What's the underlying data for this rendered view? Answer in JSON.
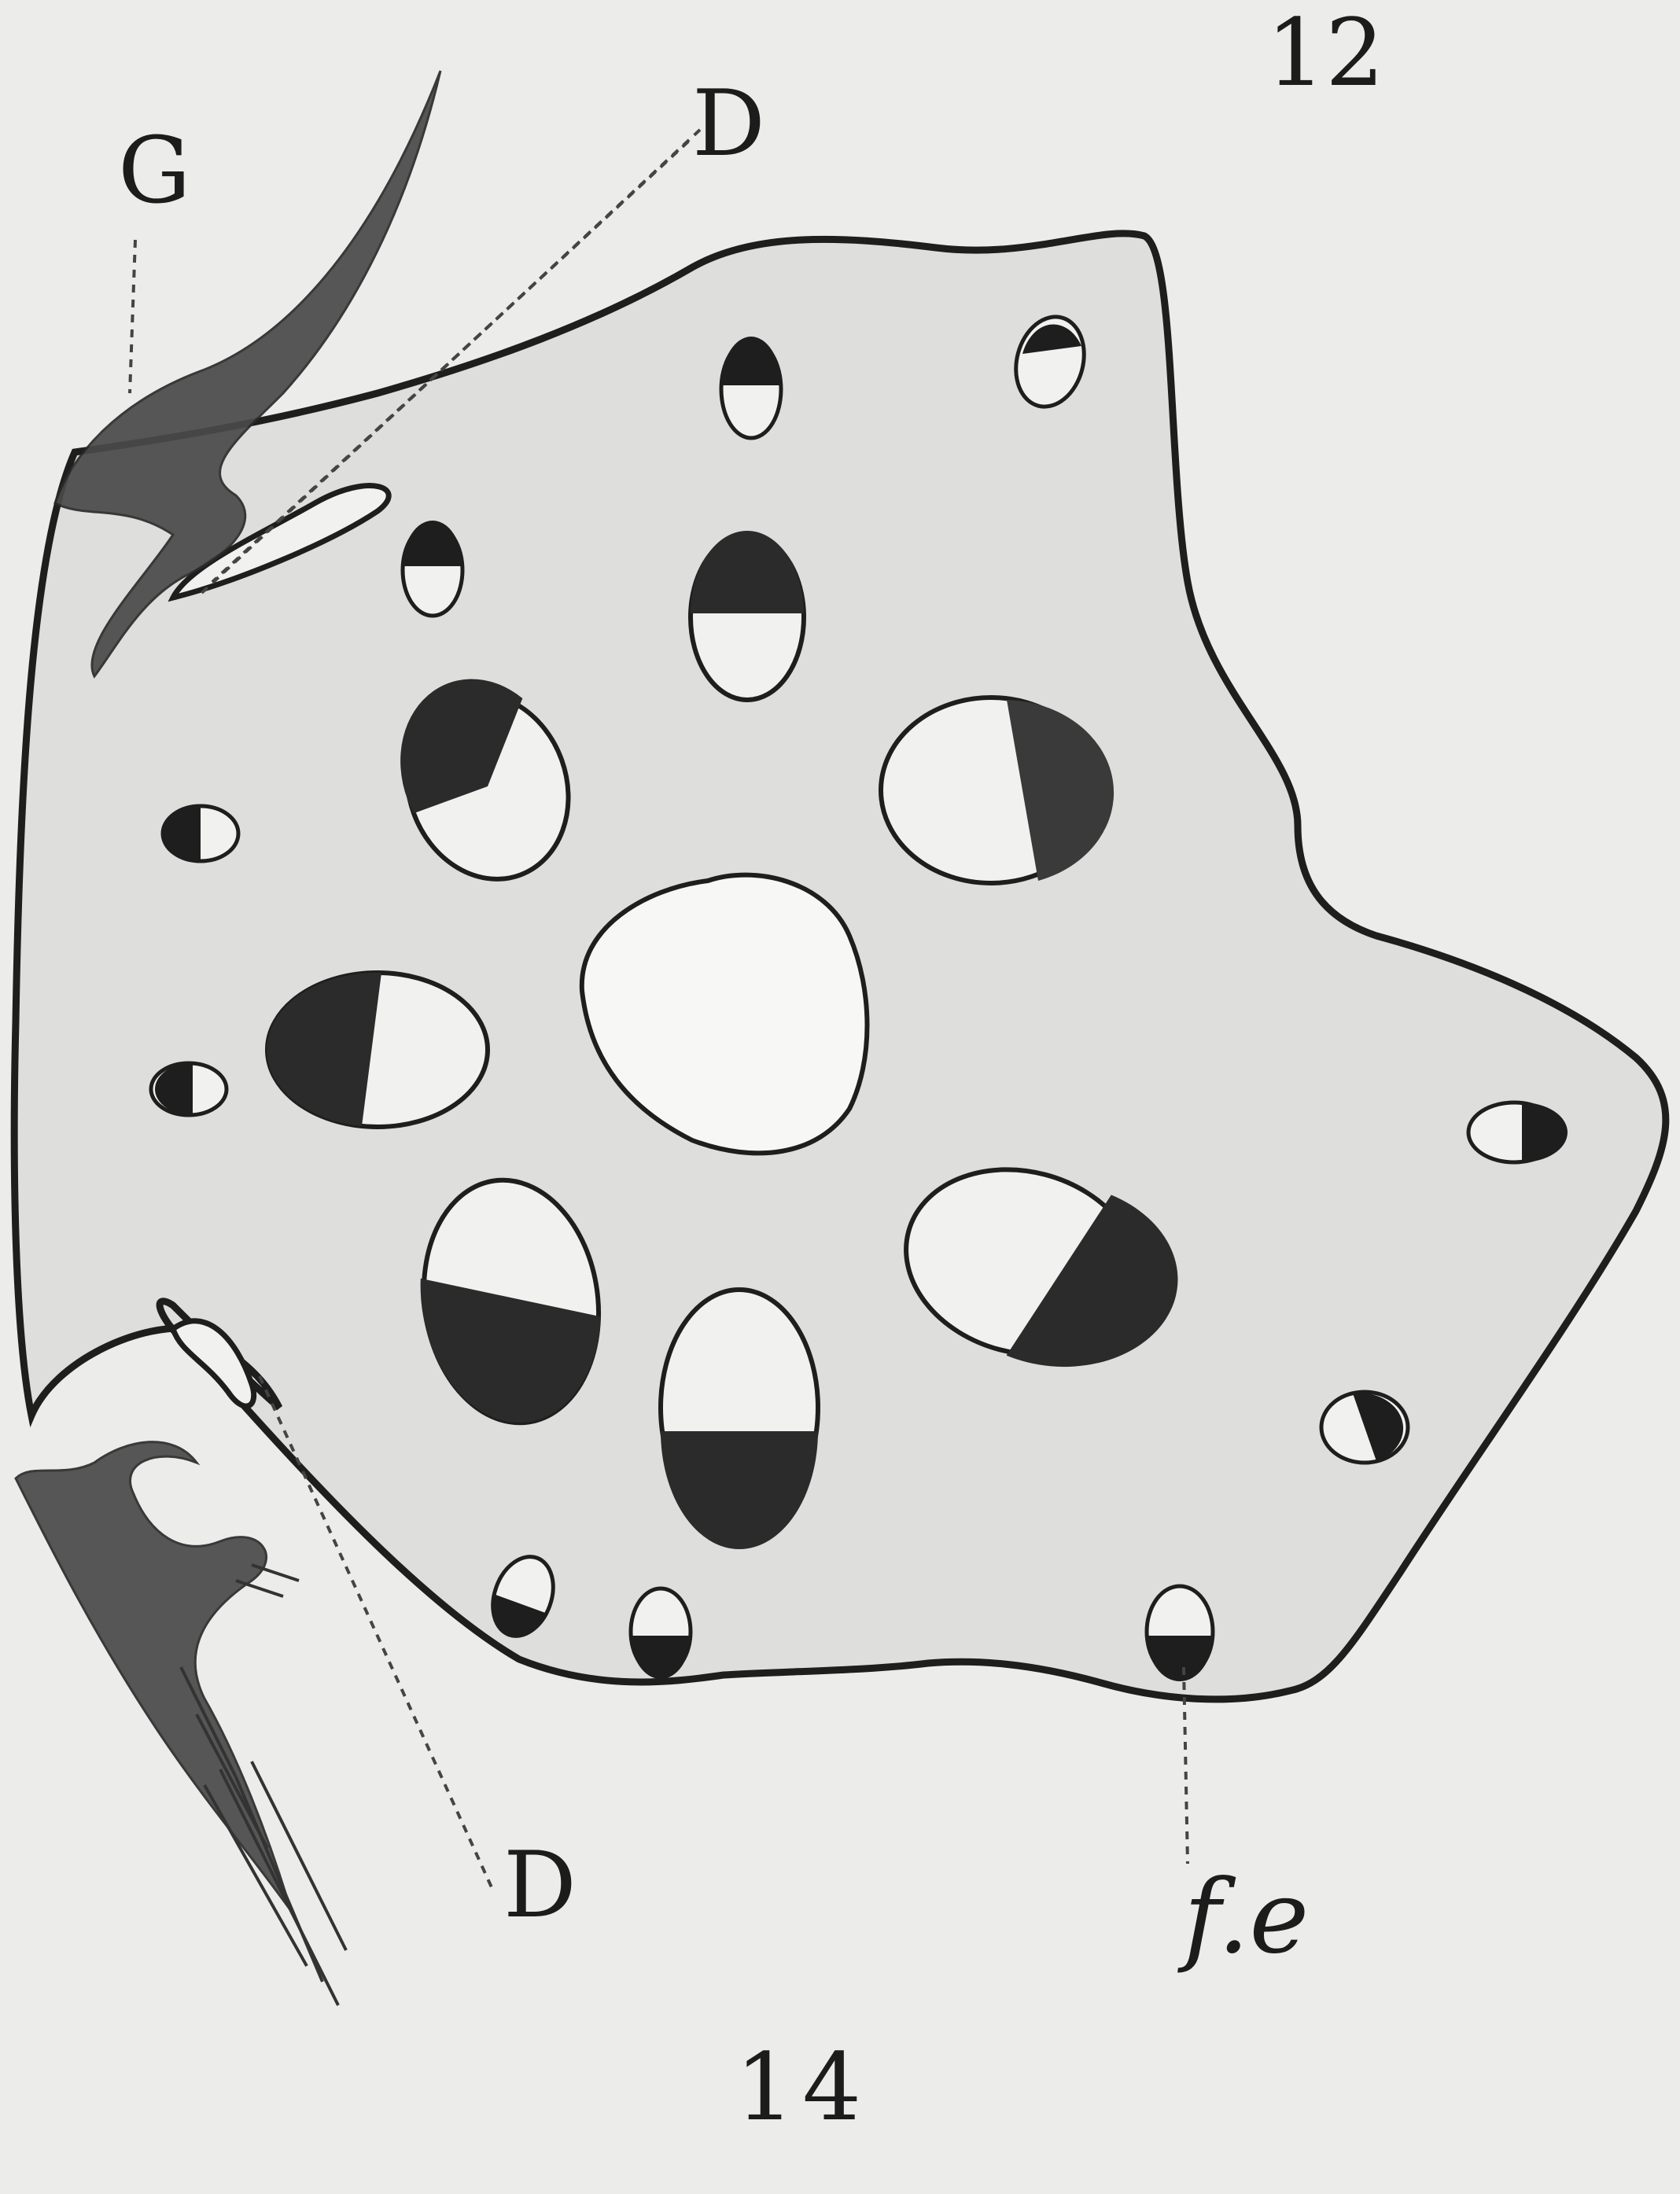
{
  "figure_number": "12",
  "plate_number": "14",
  "labels": {
    "g": "G",
    "d_top": "D",
    "d_bottom": "D",
    "fe": "f.e"
  },
  "colors": {
    "background": "#ececea",
    "body_fill": "#dededc",
    "outline": "#1e1e1e",
    "dark_fill": "#2b2b2b",
    "light_fill": "#f1f1ef",
    "central_opening": "#f7f7f6"
  }
}
